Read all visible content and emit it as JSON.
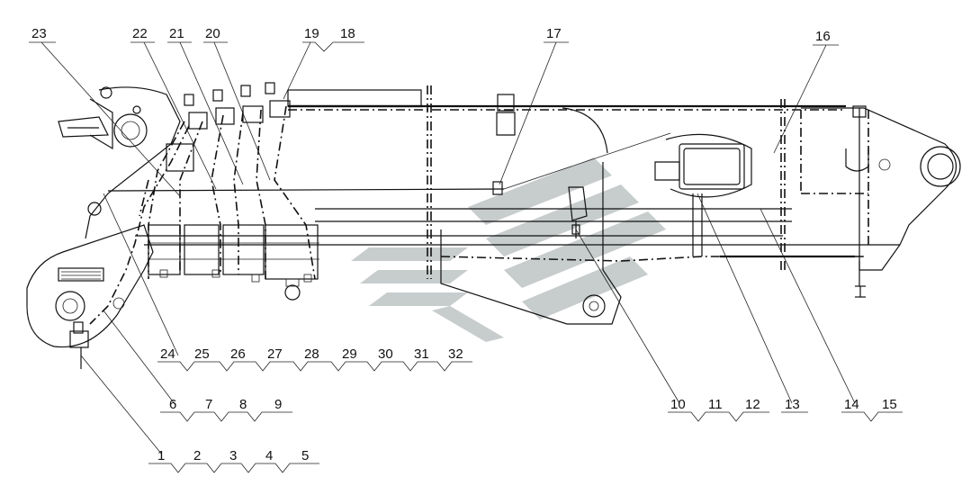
{
  "callouts": {
    "top": [
      "23",
      "22",
      "21",
      "20",
      "19",
      "18",
      "17",
      "16"
    ],
    "bottom_row1": [
      "24",
      "25",
      "26",
      "27",
      "28",
      "29",
      "30",
      "31",
      "32"
    ],
    "right_groups": [
      [
        "10",
        "11",
        "12"
      ],
      [
        "13"
      ],
      [
        "14",
        "15"
      ]
    ],
    "left_row2": [
      "6",
      "7",
      "8",
      "9"
    ],
    "left_row3": [
      "1",
      "2",
      "3",
      "4",
      "5"
    ]
  },
  "colors": {
    "line": "#111111",
    "watermark": "#9aa4a4"
  }
}
